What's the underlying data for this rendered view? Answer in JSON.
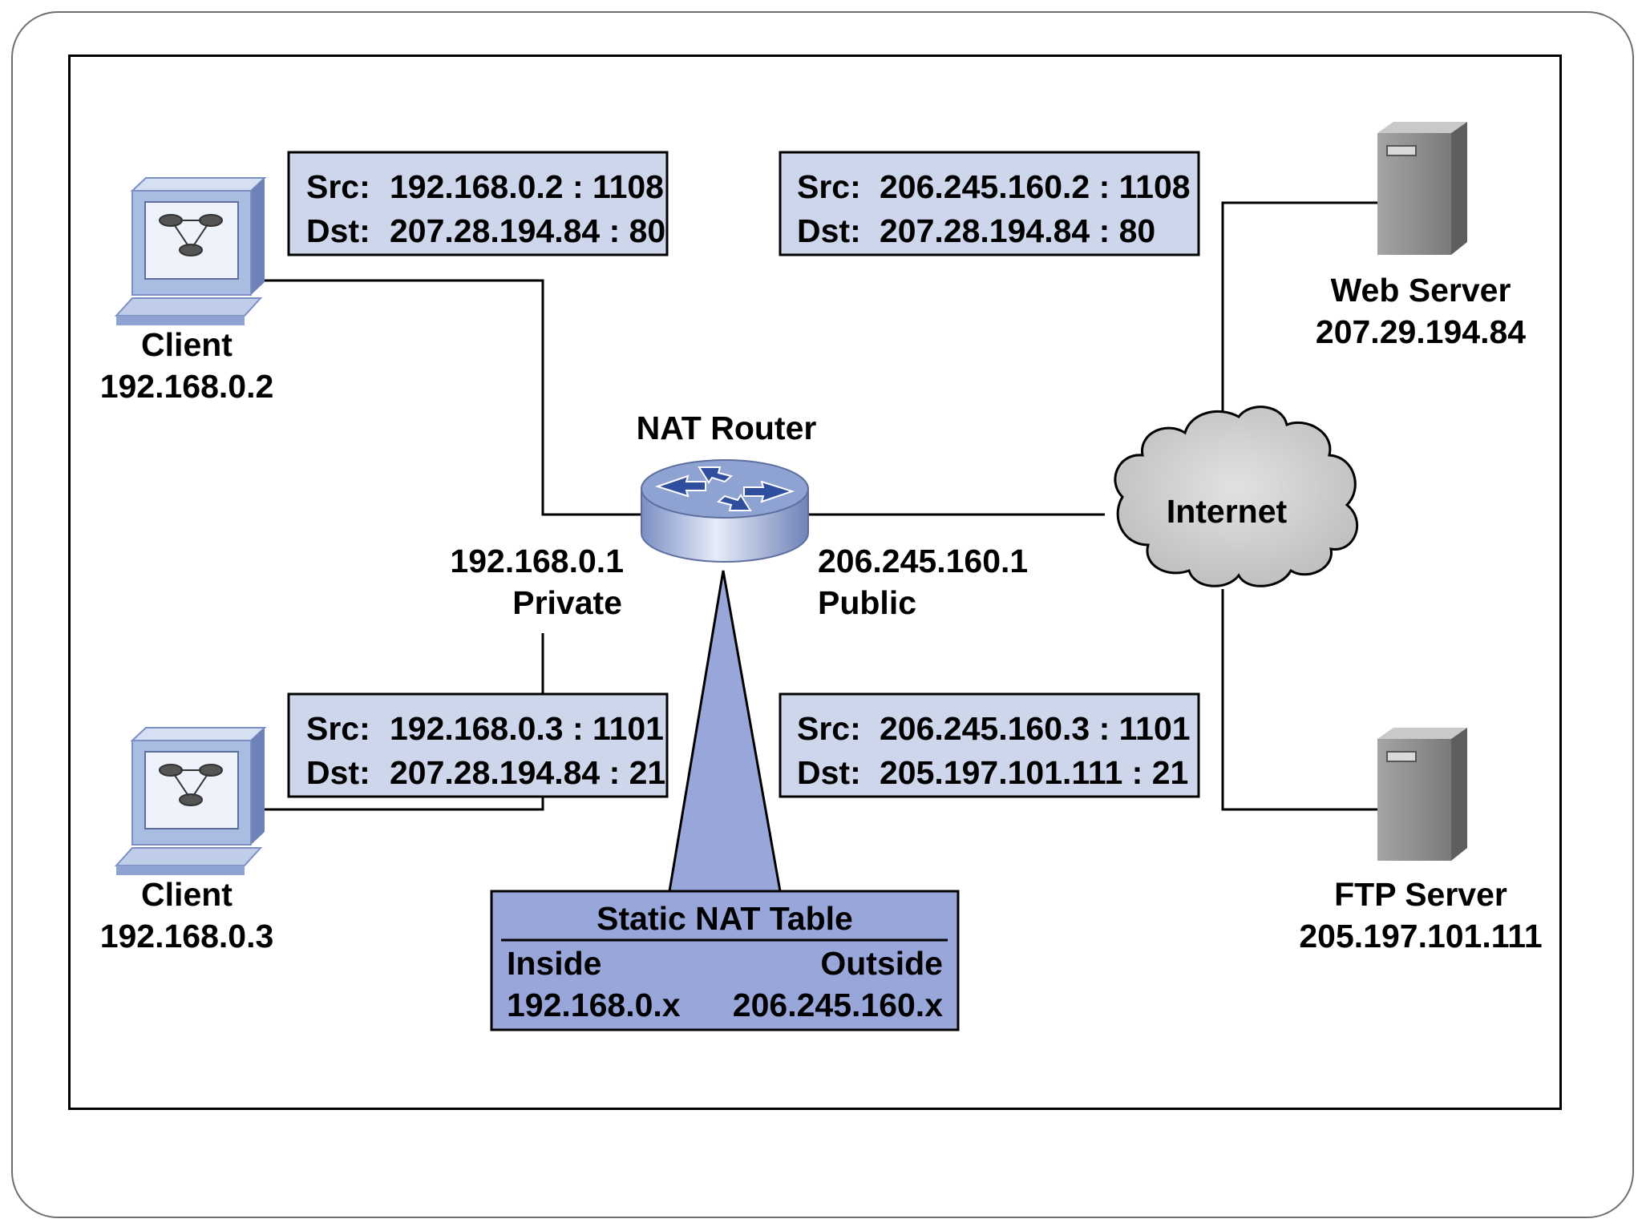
{
  "diagram": {
    "clients": [
      {
        "name": "Client",
        "ip": "192.168.0.2"
      },
      {
        "name": "Client",
        "ip": "192.168.0.3"
      }
    ],
    "router": {
      "name": "NAT Router",
      "private_ip": "192.168.0.1",
      "private_label": "Private",
      "public_ip": "206.245.160.1",
      "public_label": "Public"
    },
    "internet": {
      "label": "Internet"
    },
    "servers": [
      {
        "name": "Web Server",
        "ip": "207.29.194.84"
      },
      {
        "name": "FTP Server",
        "ip": "205.197.101.111"
      }
    ],
    "packets": [
      {
        "id": "private-web",
        "src_label": "Src:",
        "src": "192.168.0.2 : 1108",
        "dst_label": "Dst:",
        "dst": "207.28.194.84 : 80"
      },
      {
        "id": "public-web",
        "src_label": "Src:",
        "src": "206.245.160.2 : 1108",
        "dst_label": "Dst:",
        "dst": "207.28.194.84 : 80"
      },
      {
        "id": "private-ftp",
        "src_label": "Src:",
        "src": "192.168.0.3 : 1101",
        "dst_label": "Dst:",
        "dst": "207.28.194.84 : 21"
      },
      {
        "id": "public-ftp",
        "src_label": "Src:",
        "src": "206.245.160.3 : 1101",
        "dst_label": "Dst:",
        "dst": "205.197.101.111 : 21"
      }
    ],
    "nat_table": {
      "title": "Static NAT Table",
      "headers": [
        "Inside",
        "Outside"
      ],
      "row": [
        "192.168.0.x",
        "206.245.160.x"
      ]
    }
  },
  "colors": {
    "box_fill": "#cdd6ea",
    "table_fill": "#99a6d9",
    "device_blue": "#a9bde3",
    "server_gray": "#8c8c8c",
    "cloud_gray": "#cfcfcf",
    "line": "#000000"
  }
}
